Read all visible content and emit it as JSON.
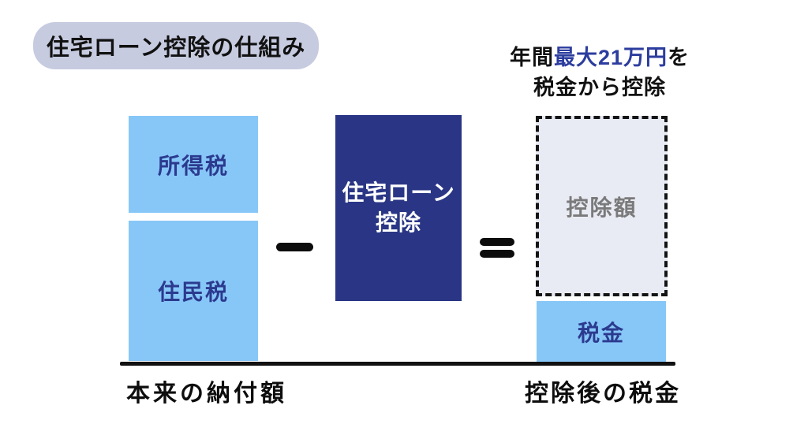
{
  "title_badge": {
    "label": "住宅ローン控除の仕組み"
  },
  "annotation": {
    "line1_prefix": "年間",
    "line1_highlight": "最大21万円",
    "line1_suffix": "を",
    "line2": "税金から控除"
  },
  "left_stack": {
    "income_tax": "所得税",
    "resident_tax": "住民税",
    "caption": "本来の納付額"
  },
  "operators": {
    "minus": "−",
    "equals": "="
  },
  "deduction_box": {
    "line1": "住宅ローン",
    "line2": "控除"
  },
  "right_stack": {
    "deduction_amount": "控除額",
    "tax": "税金",
    "caption": "控除後の税金"
  },
  "colors": {
    "light_blue": "#87C7F8",
    "navy": "#2A3685",
    "navy_text": "#2B3A8E",
    "badge_bg": "#C7CBE0",
    "dashed_fill": "#E9EBF4",
    "dashed_border": "#141414",
    "highlight_blue": "#2C3D9E",
    "gray_text": "#7A7A7A",
    "line_black": "#111111",
    "background": "#FFFFFF"
  }
}
